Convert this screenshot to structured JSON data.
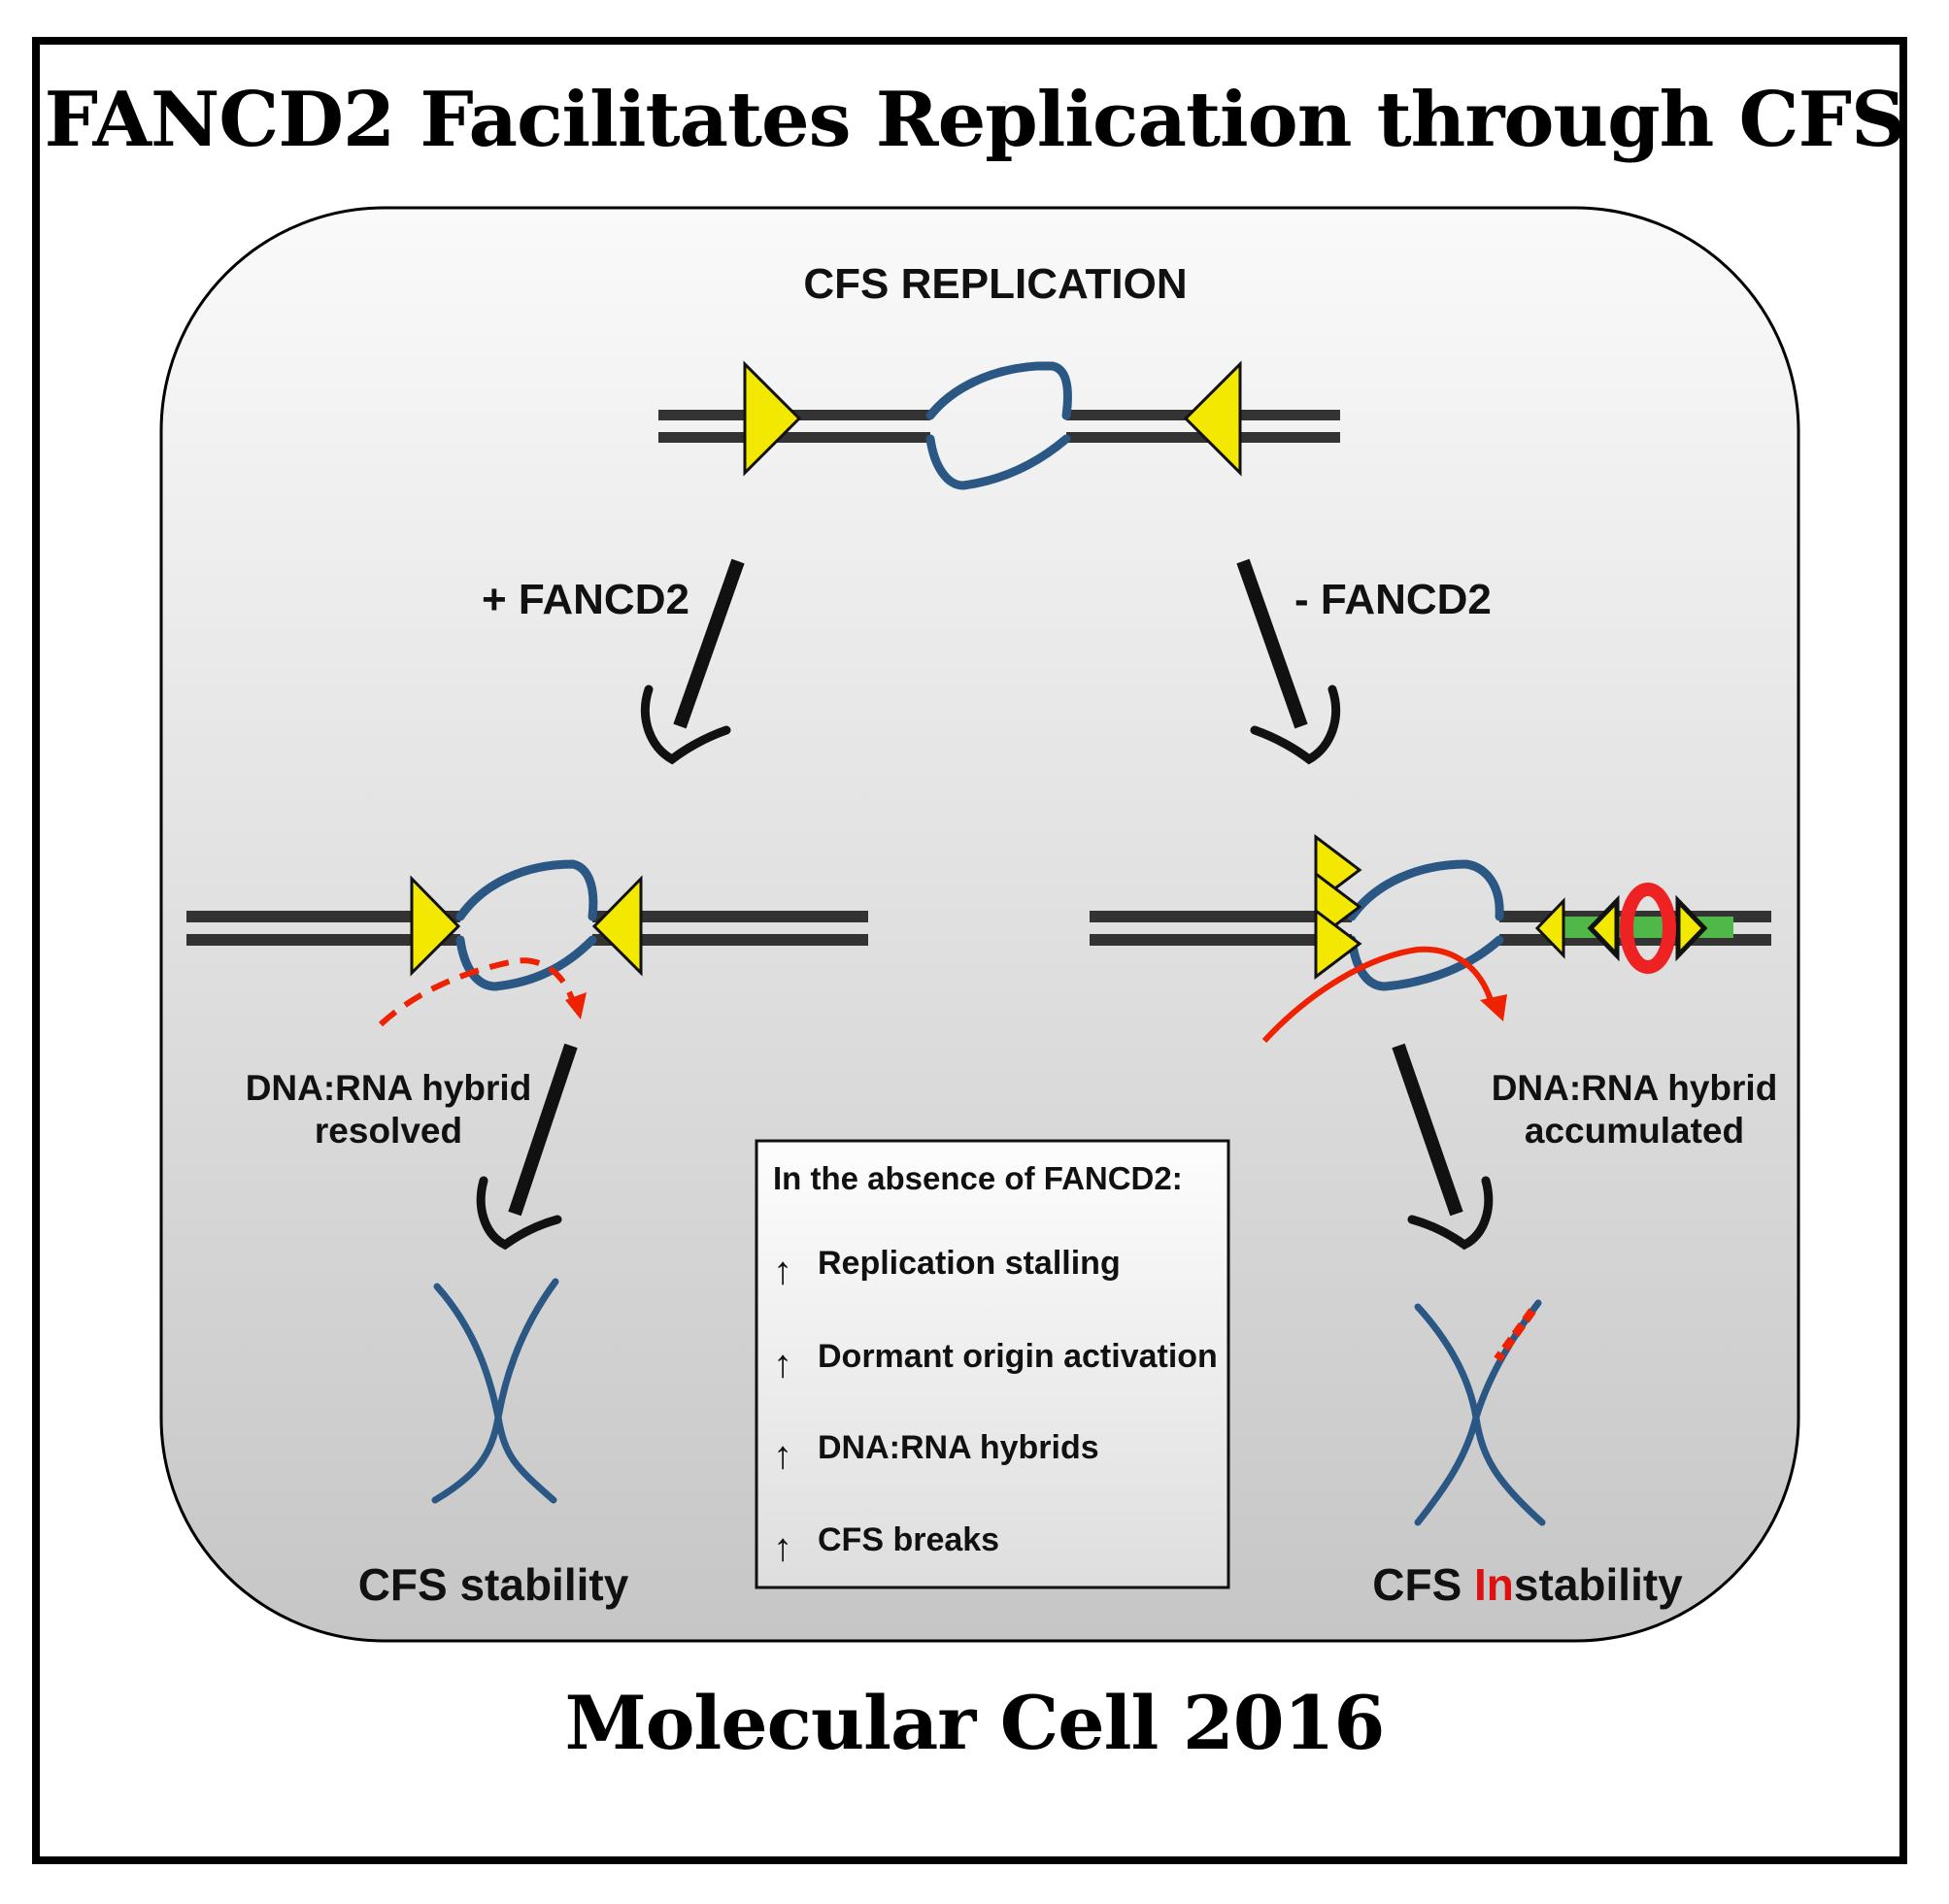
{
  "title": "FANCD2 Facilitates Replication through CFS",
  "journal": "Molecular Cell 2016",
  "top_label": "CFS REPLICATION",
  "left_branch": {
    "condition": "+ FANCD2",
    "hybrid_line1": "DNA:RNA hybrid",
    "hybrid_line2": "resolved",
    "outcome": "CFS stability"
  },
  "right_branch": {
    "condition": "- FANCD2",
    "hybrid_line1": "DNA:RNA hybrid",
    "hybrid_line2": "accumulated",
    "outcome_prefix": "CFS ",
    "outcome_highlight": "In",
    "outcome_suffix": "stability"
  },
  "info_box": {
    "heading": "In the absence of FANCD2:",
    "items": [
      "Replication stalling",
      "Dormant origin activation",
      "DNA:RNA hybrids",
      "CFS breaks"
    ],
    "arrow_glyph": "↑"
  },
  "colors": {
    "dna": "#333333",
    "replication_bubble": "#2a5783",
    "fork": "#f3e800",
    "rna_hybrid": "#ee2200",
    "origin": "#4fb848",
    "break": "#ee2200",
    "panel_top": "#fafafa",
    "panel_bottom": "#c8c8c8"
  }
}
